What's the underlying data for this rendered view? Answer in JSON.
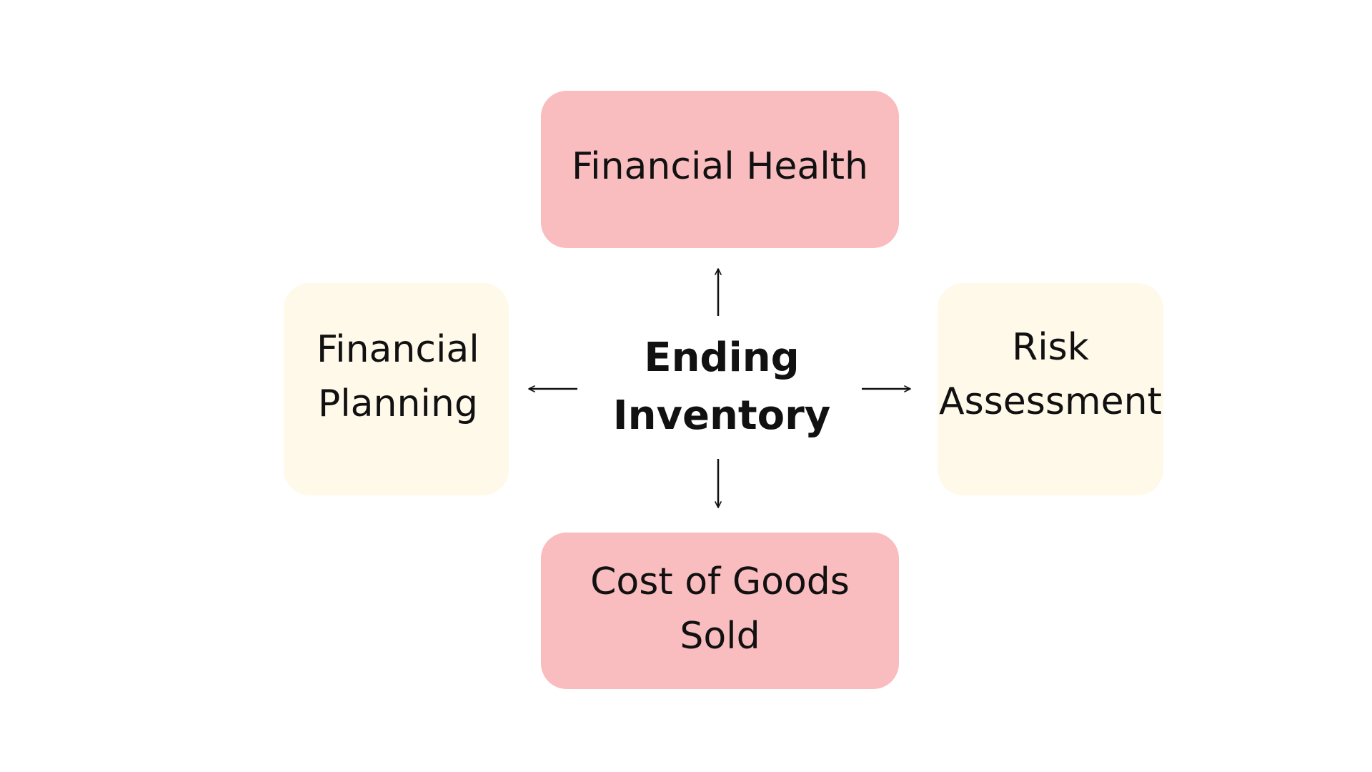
{
  "diagram": {
    "center": {
      "line1": "Ending",
      "line2": "Inventory"
    },
    "top": {
      "label": "Financial Health"
    },
    "bottom": {
      "line1": "Cost of Goods",
      "line2": "Sold"
    },
    "left": {
      "line1": "Financial",
      "line2": "Planning"
    },
    "right": {
      "line1": "Risk",
      "line2": "Assessment"
    },
    "colors": {
      "pink_box": "#f9bcbf",
      "cream_box": "#fff9ea",
      "text": "#111111",
      "arrow": "#111111"
    }
  }
}
